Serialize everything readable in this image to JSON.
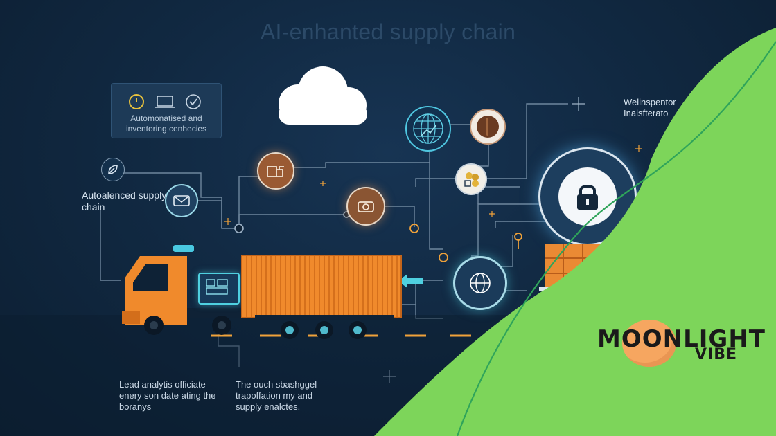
{
  "title": "AI-enhanted supply chain",
  "info_box": {
    "text": "Automonatised and inventoring cenhecies"
  },
  "left_label": "Autoalenced supply chain",
  "right_label": "Welinspentor Inalsfterato",
  "bottom_left_text": "Lead analytis officiate enery son date ating the boranys",
  "bottom_center_text": "The ouch sbashggel trapoffation my and supply enalctes.",
  "brand": {
    "line1": "MOONLIGHT",
    "line2": "VIBE"
  },
  "colors": {
    "background": "#112942",
    "accent_orange": "#f08a2c",
    "accent_teal": "#4fd0e0",
    "green_panel": "#7dd55a",
    "brand_moon": "#f6a660"
  },
  "icons": [
    "cloud-icon",
    "globe-icon",
    "lock-icon",
    "truck-icon",
    "container-icon",
    "pallet-stack-icon",
    "moon-icon"
  ]
}
